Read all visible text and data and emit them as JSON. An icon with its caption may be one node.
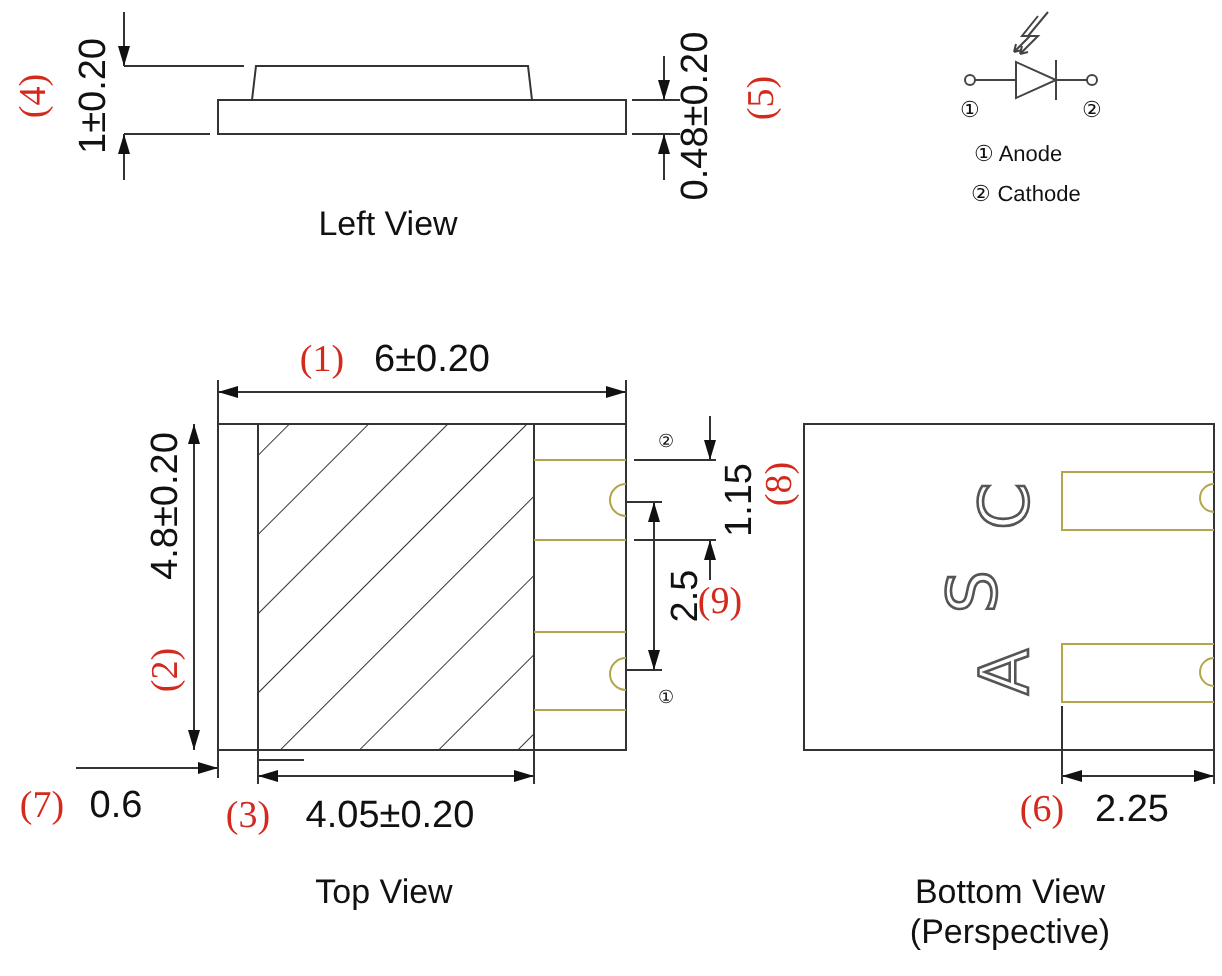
{
  "diagram": {
    "labels": [
      "1±0.20",
      "(4)",
      "0.48±0.20",
      "(5)",
      "①",
      "②",
      "① Anode",
      "② Cathode",
      "Left View",
      "(1)",
      "6±0.20",
      "②",
      "1.15",
      "(8)",
      "(2)",
      "4.8±0.20",
      "2.5",
      "(9)",
      "①",
      "C",
      "S",
      "A",
      "(7)",
      "0.6",
      "(3)",
      "4.05±0.20",
      "(6)",
      "2.25",
      "Top View",
      "Bottom View (Perspective)"
    ]
  }
}
